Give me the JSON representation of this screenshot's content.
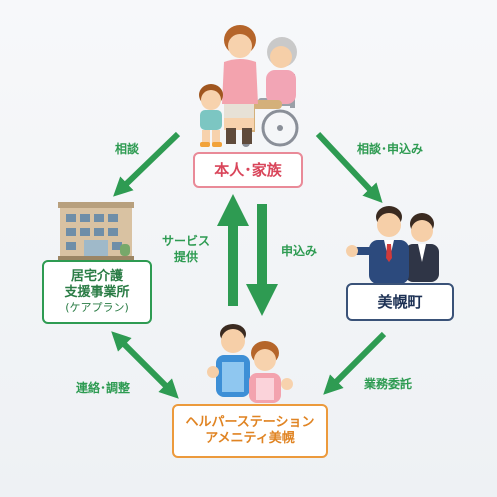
{
  "nodes": {
    "person_family": "本人･家族",
    "care_support_line1": "居宅介護",
    "care_support_line2": "支援事業所",
    "care_support_sub": "(ケアプラン)",
    "town": "美幌町",
    "helper_line1": "ヘルパーステーション",
    "helper_line2": "アメニティ美幌"
  },
  "labels": {
    "consult_left": "相談",
    "consult_apply": "相談･申込み",
    "service_line1": "サービス",
    "service_line2": "提供",
    "apply": "申込み",
    "contact_adjust": "連絡･調整",
    "business_entrust": "業務委託"
  },
  "colors": {
    "arrow": "#2e9b52",
    "person_border": "#e98a98",
    "care_border": "#2e9b52",
    "town_border": "#3a5278",
    "helper_border": "#ec9a3c"
  },
  "icons": [
    "family-wheelchair-illustration",
    "apartment-building-illustration",
    "business-men-illustration",
    "caregivers-illustration"
  ]
}
